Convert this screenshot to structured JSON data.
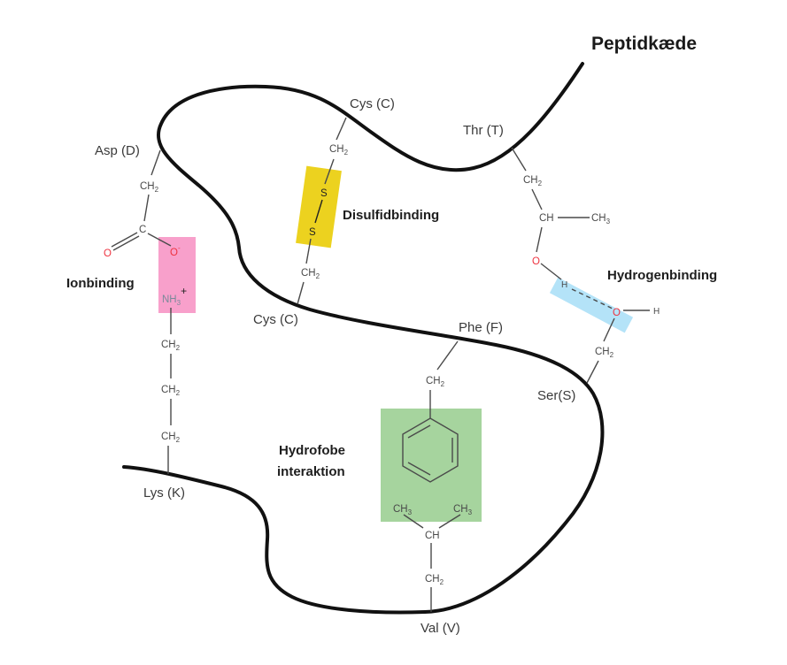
{
  "title": "Peptidkæde",
  "colors": {
    "chain": "#111111",
    "ionic_highlight": "#f8a0cb",
    "disulfide_highlight": "#ecd21f",
    "hydrogen_highlight": "#b4e3f8",
    "hydrophobic_highlight": "#a6d49e",
    "oxygen": "#ee3340"
  },
  "residues": {
    "asp": "Asp (D)",
    "cys_top": "Cys (C)",
    "thr": "Thr (T)",
    "cys_bottom": "Cys (C)",
    "phe": "Phe (F)",
    "ser": "Ser(S)",
    "lys": "Lys (K)",
    "val": "Val (V)"
  },
  "interactions": {
    "ionic": "Ionbinding",
    "disulfide": "Disulfidbinding",
    "hydrogen": "Hydrogenbinding",
    "hydrophobic_line1": "Hydrofobe",
    "hydrophobic_line2": "interaktion"
  },
  "atoms": {
    "ch": "CH",
    "c": "C",
    "o": "O",
    "s": "S",
    "h": "H",
    "nh": "NH",
    "sub2": "2",
    "sub3": "3",
    "minus": "-",
    "plus": "+"
  }
}
